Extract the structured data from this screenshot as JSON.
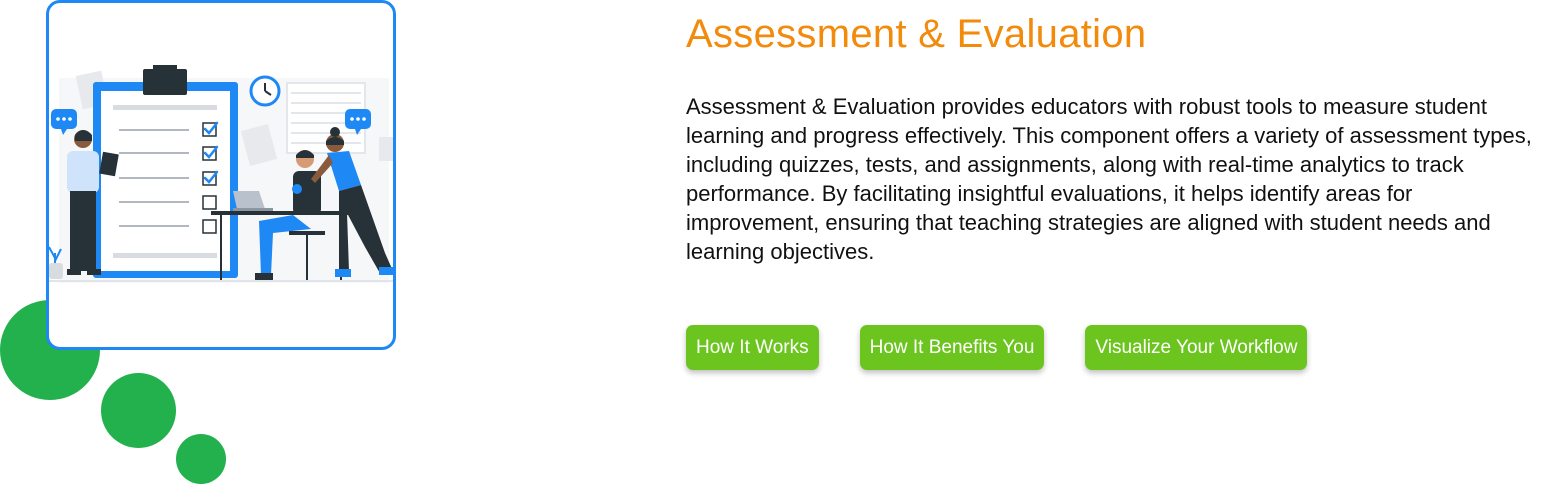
{
  "section": {
    "title": "Assessment & Evaluation",
    "description": "Assessment & Evaluation provides educators with robust tools to measure student learning and progress effectively. This component offers a variety of assessment types, including quizzes, tests, and assignments, along with real-time analytics to track performance. By facilitating insightful evaluations, it helps identify areas for improvement, ensuring that teaching strategies are aligned with student needs and learning objectives."
  },
  "buttons": [
    {
      "label": "How It Works"
    },
    {
      "label": "How It Benefits You"
    },
    {
      "label": "Visualize Your Workflow"
    }
  ],
  "illustration": {
    "icon": "checklist-team-illustration"
  },
  "colors": {
    "title": "#f28a0c",
    "button": "#6cc51f",
    "card_border": "#1e88f5",
    "decor_circles": "#22b14c"
  }
}
